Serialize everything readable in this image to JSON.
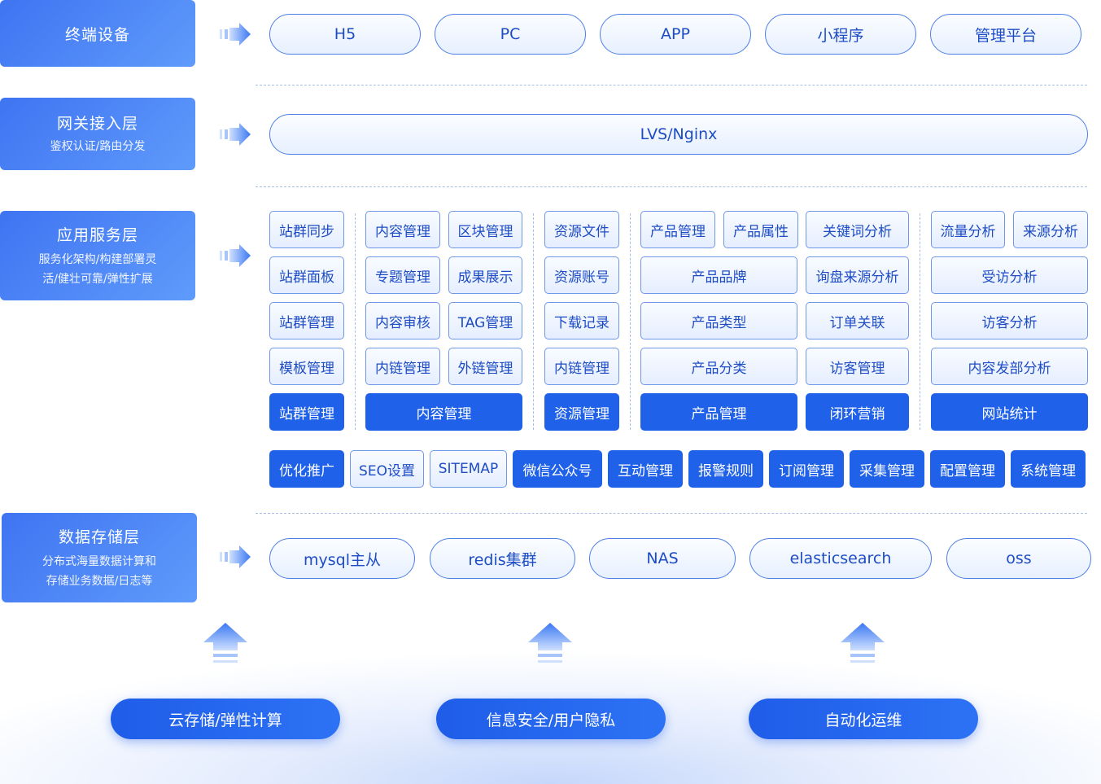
{
  "layers": {
    "terminal": {
      "title": "终端设备",
      "desc": ""
    },
    "gateway": {
      "title": "网关接入层",
      "desc": "鉴权认证/路由分发"
    },
    "app": {
      "title": "应用服务层",
      "desc1": "服务化架构/构建部署灵",
      "desc2": "活/健壮可靠/弹性扩展"
    },
    "data": {
      "title": "数据存储层",
      "desc1": "分布式海量数据计算和",
      "desc2": "存储业务数据/日志等"
    }
  },
  "terminals": [
    "H5",
    "PC",
    "APP",
    "小程序",
    "管理平台"
  ],
  "gateway_item": "LVS/Nginx",
  "app_groups": {
    "site": [
      "站群同步",
      "站群面板",
      "站群管理",
      "模板管理",
      "站群管理"
    ],
    "content": [
      "内容管理",
      "区块管理",
      "专题管理",
      "成果展示",
      "内容审核",
      "TAG管理",
      "内链管理",
      "外链管理",
      "内容管理"
    ],
    "resource": [
      "资源文件",
      "资源账号",
      "下载记录",
      "内链管理",
      "资源管理"
    ],
    "product": [
      "产品管理",
      "产品属性",
      "关键词分析",
      "产品品牌",
      "询盘来源分析",
      "产品类型",
      "订单关联",
      "产品分类",
      "访客管理",
      "产品管理",
      "闭环营销"
    ],
    "stats": [
      "流量分析",
      "来源分析",
      "受访分析",
      "访客分析",
      "内容发部分析",
      "网站统计"
    ]
  },
  "tools": [
    "优化推广",
    "SEO设置",
    "SITEMAP",
    "微信公众号",
    "互动管理",
    "报警规则",
    "订阅管理",
    "采集管理",
    "配置管理",
    "系统管理"
  ],
  "storage": [
    "mysql主从",
    "redis集群",
    "NAS",
    "elasticsearch",
    "oss"
  ],
  "foundation": [
    "云存储/弹性计算",
    "信息安全/用户隐私",
    "自动化运维"
  ],
  "colors": {
    "primary": "#1f61e8",
    "layer_gradient_start": "#3f74f2",
    "layer_gradient_end": "#5f9bfb",
    "pill_border": "#4d7fe7"
  }
}
